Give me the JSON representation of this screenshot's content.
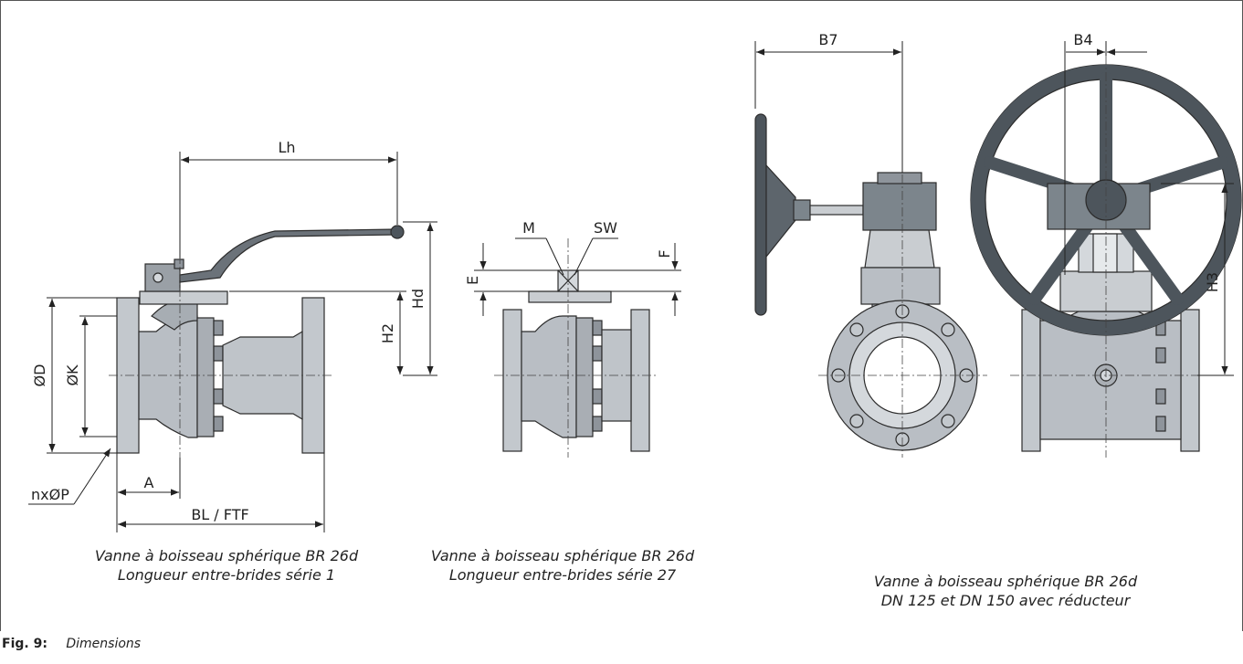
{
  "labels": {
    "phi_D": "ØD",
    "phi_K": "ØK",
    "nxphiP": "nxØP",
    "A": "A",
    "BL_FTF": "BL / FTF",
    "Lh": "Lh",
    "H2": "H2",
    "Hd": "Hd",
    "M": "M",
    "SW": "SW",
    "E": "E",
    "F": "F",
    "B7": "B7",
    "B4": "B4",
    "H3": "H3"
  },
  "captions": [
    {
      "line1": "Vanne à boisseau sphérique BR 26d",
      "line2": "Longueur entre-brides série 1"
    },
    {
      "line1": "Vanne à boisseau sphérique BR 26d",
      "line2": "Longueur entre-brides série 27"
    },
    {
      "line1": "Vanne à boisseau sphérique BR 26d",
      "line2": "DN 125 et DN 150 avec réducteur"
    }
  ],
  "figure": {
    "label": "Fig. 9:",
    "title": "Dimensions"
  },
  "colors": {
    "body": "#b9bec4",
    "body_dark": "#8e949b",
    "body_light": "#d4d8dc",
    "gearbox": "#7c858c",
    "handwheel": "#4d555c",
    "outline": "#2c2c2c"
  }
}
